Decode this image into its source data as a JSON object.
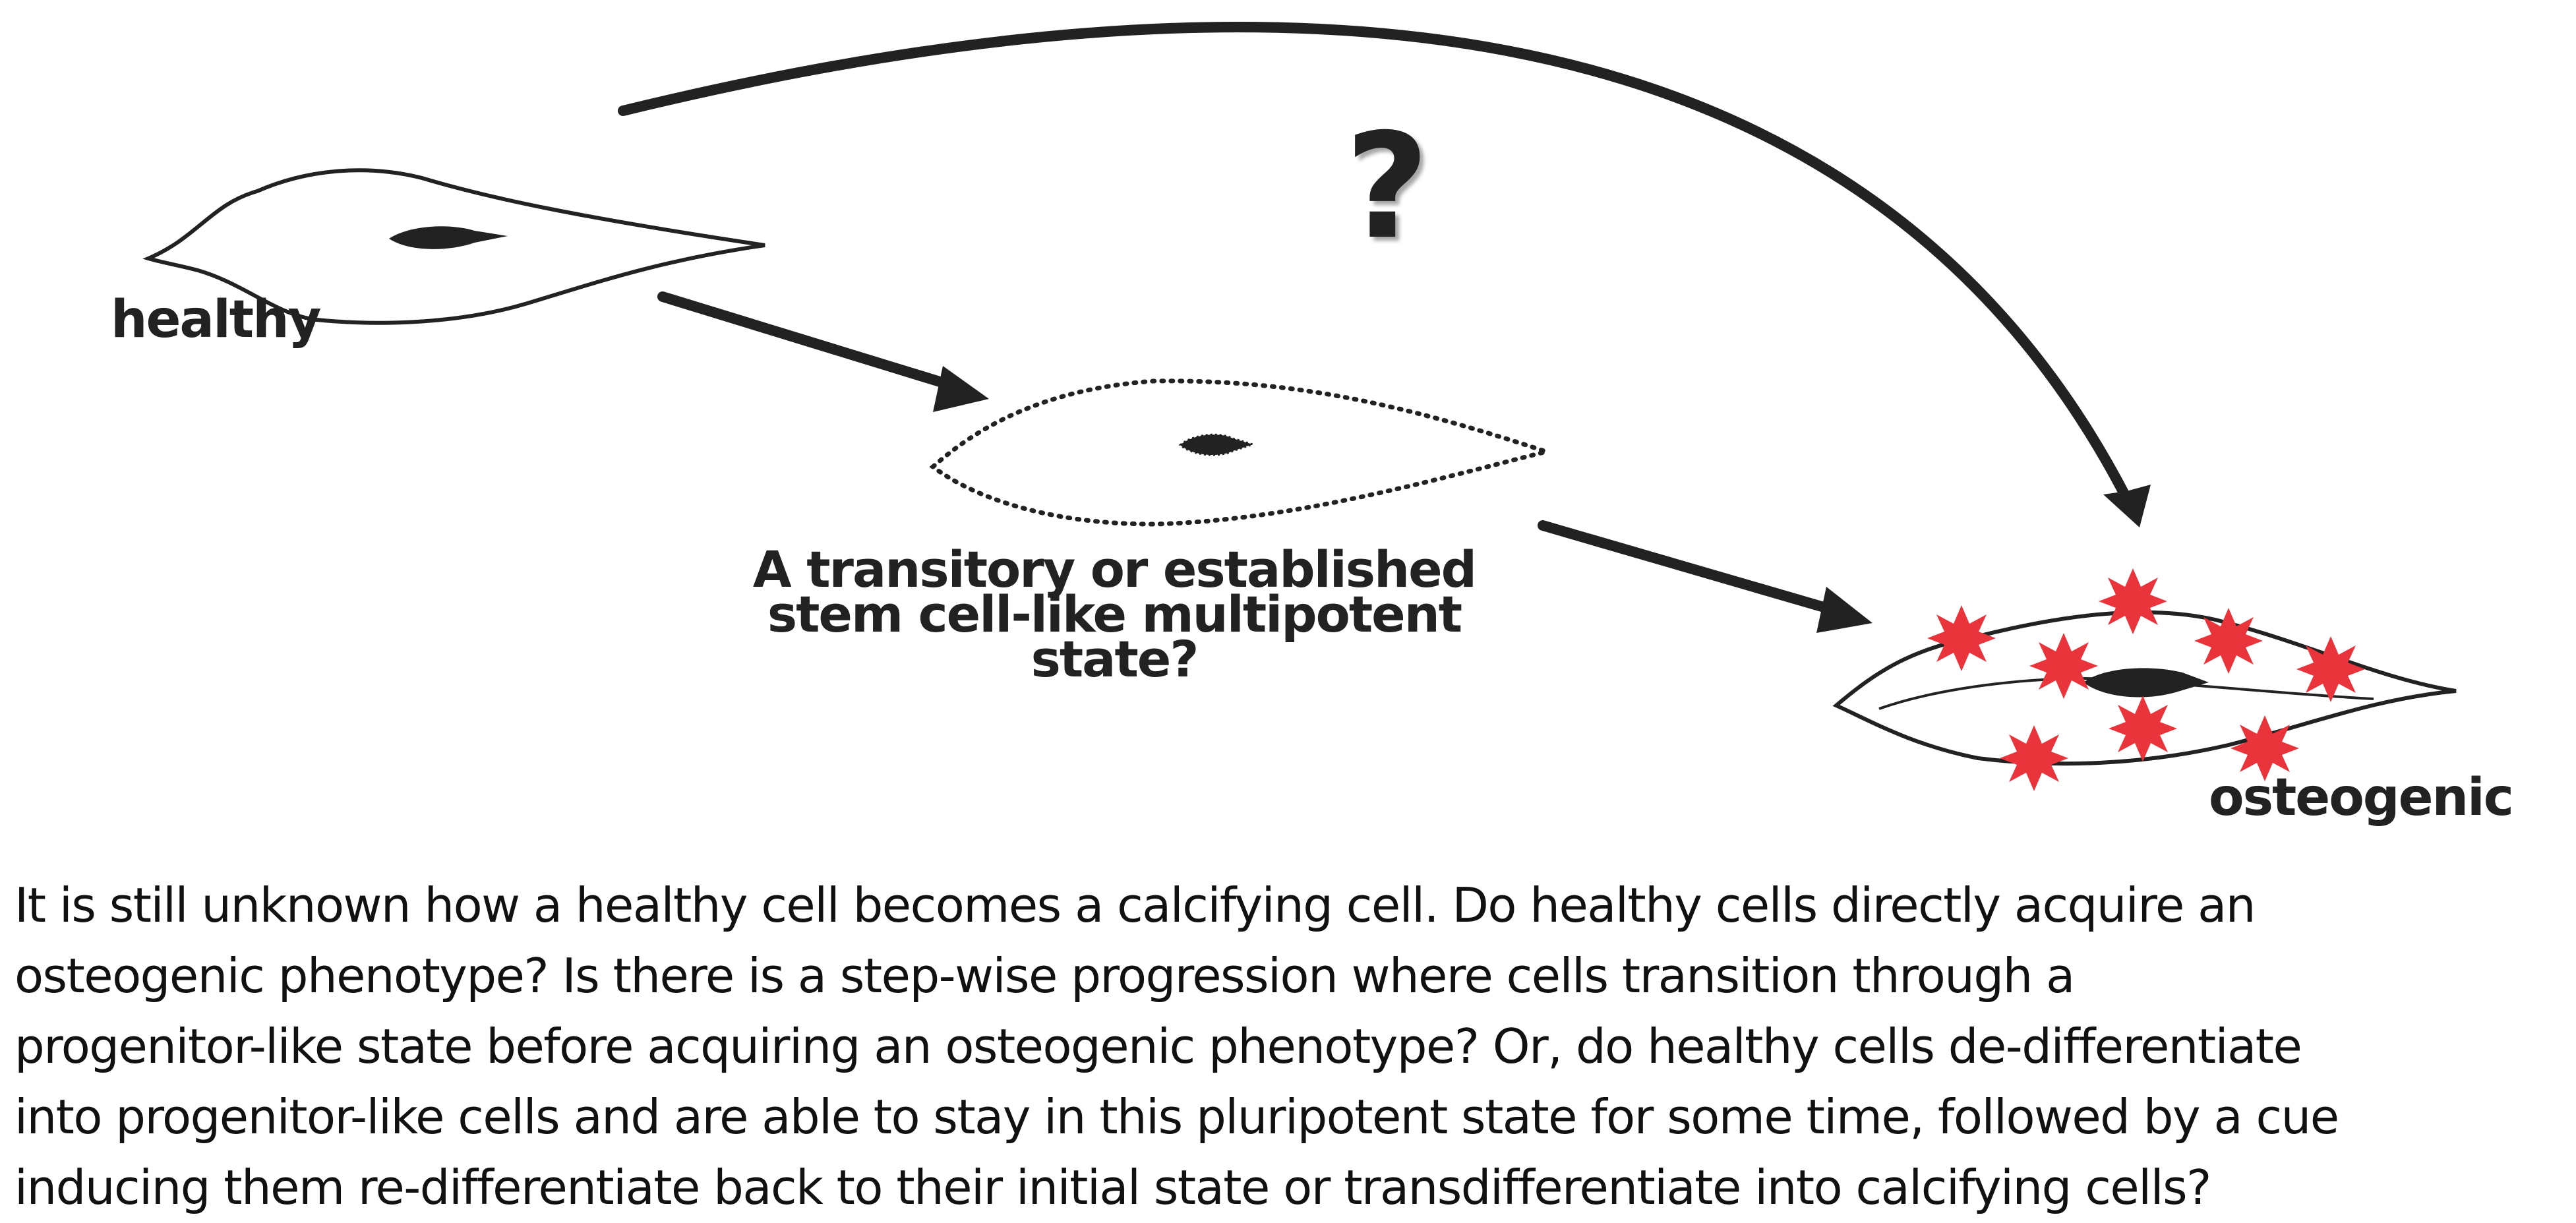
{
  "labels": {
    "healthy": "healthy",
    "intermediate": [
      "A transitory or established",
      "stem cell-like multipotent",
      "state?"
    ],
    "osteogenic": "osteogenic",
    "question": "?"
  },
  "caption_lines": [
    "It is still unknown how a healthy cell becomes a calcifying cell. Do healthy cells directly acquire an",
    "osteogenic phenotype? Is there is a step-wise progression where cells transition through a",
    "progenitor-like state before acquiring an osteogenic phenotype? Or, do healthy cells de-differentiate",
    "into progenitor-like cells and are able to stay in this pluripotent state for some time, followed by a cue",
    "inducing them re-differentiate back to their initial state or transdifferentiate into calcifying cells?"
  ],
  "colors": {
    "ink": "#222222",
    "calcification": "#e8343a"
  }
}
